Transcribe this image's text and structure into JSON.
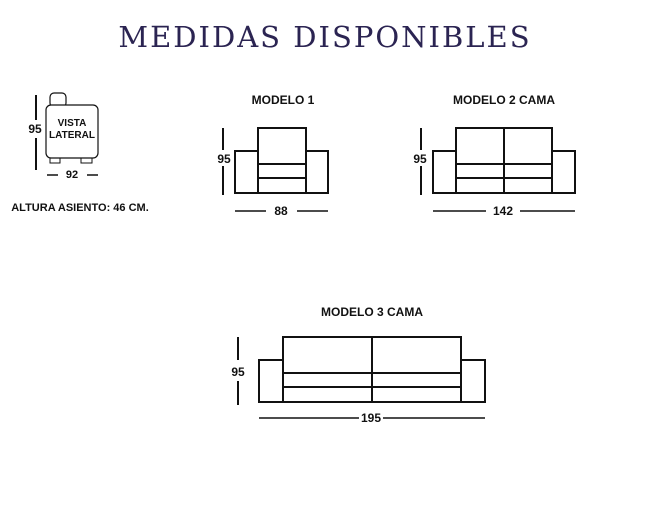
{
  "title": "MEDIDAS DISPONIBLES",
  "side_view": {
    "label_line1": "VISTA",
    "label_line2": "LATERAL",
    "height": "95",
    "depth": "92",
    "seat_height": "ALTURA ASIENTO: 46 CM."
  },
  "models": [
    {
      "name": "MODELO 1",
      "height": "95",
      "width": "88"
    },
    {
      "name": "MODELO 2 CAMA",
      "height": "95",
      "width": "142"
    },
    {
      "name": "MODELO 3 CAMA",
      "height": "95",
      "width": "195"
    }
  ]
}
